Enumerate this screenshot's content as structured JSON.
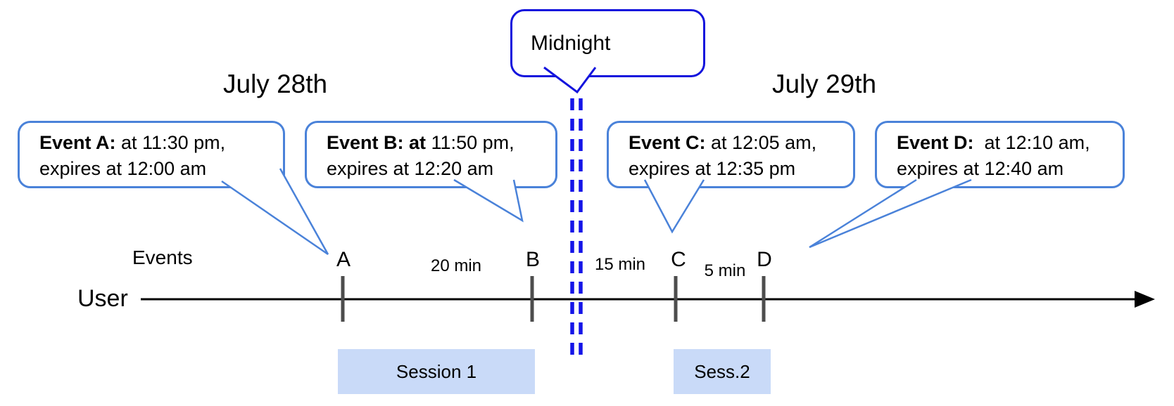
{
  "colors": {
    "event_bubble_border": "#4a82d9",
    "midnight_border": "#1414dd",
    "midnight_dash": "#1414e8",
    "session_fill": "#c9daf8",
    "axis_color": "#000000",
    "tick_color": "#4d4d4d"
  },
  "day_labels": {
    "left": "July 28th",
    "right": "July 29th"
  },
  "midnight": {
    "label": "Midnight"
  },
  "events": [
    {
      "bold": "Event A:",
      "rest": " at 11:30 pm,",
      "line2": "expires at 12:00 am"
    },
    {
      "bold": "Event B: at",
      "rest": " 11:50 pm,",
      "line2": "expires at 12:20 am"
    },
    {
      "bold": "Event C:",
      "rest": " at 12:05 am,",
      "line2": "expires at 12:35 pm"
    },
    {
      "bold": "Event D:",
      "rest": "  at 12:10 am,",
      "line2": "expires at 12:40 am"
    }
  ],
  "timeline": {
    "axis_label": "User",
    "events_label": "Events",
    "ticks": [
      "A",
      "B",
      "C",
      "D"
    ],
    "gaps": [
      "20 min",
      "15 min",
      "5 min"
    ]
  },
  "sessions": [
    {
      "label": "Session 1"
    },
    {
      "label": "Sess.2"
    }
  ]
}
